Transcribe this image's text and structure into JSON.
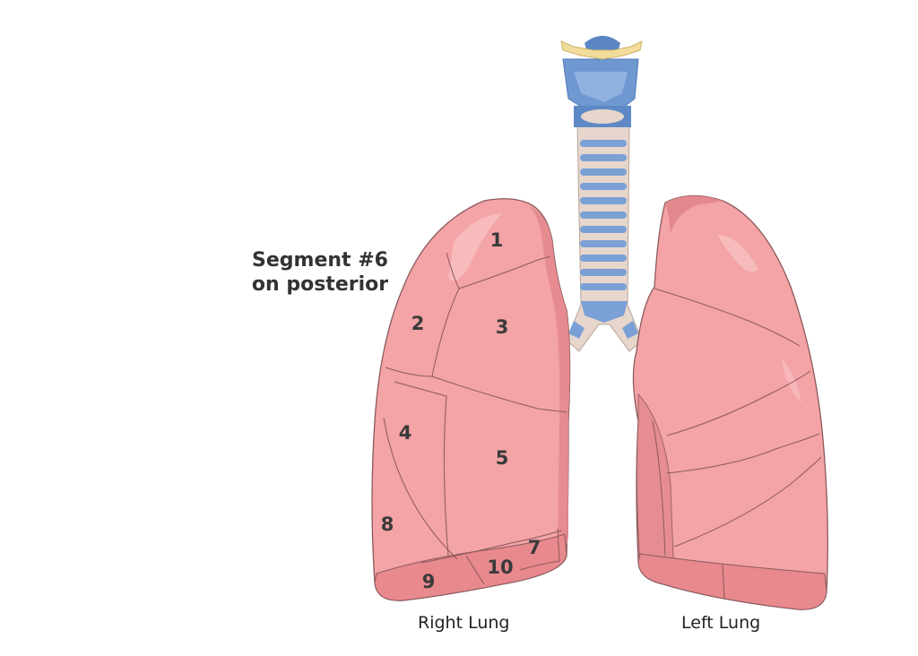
{
  "annotation": {
    "line1": "Segment #6",
    "line2": "on posterior"
  },
  "lungs": {
    "right_label": "Right Lung",
    "left_label": "Left Lung"
  },
  "segments": [
    "1",
    "2",
    "3",
    "4",
    "5",
    "7",
    "8",
    "9",
    "10"
  ],
  "colors": {
    "lung_fill": "#f4a3a6",
    "lung_dark": "#e3888d",
    "lung_highlight": "#f8c4c6",
    "outline": "#8a5a5c",
    "cartilage": "#6f98d1",
    "trachea_tissue": "#e7d6cc",
    "hyoid": "#f2dc9b"
  }
}
